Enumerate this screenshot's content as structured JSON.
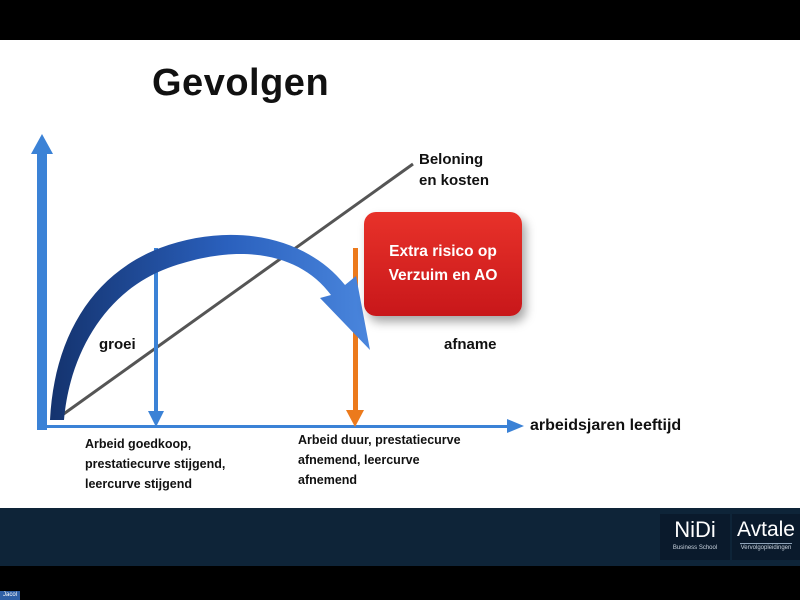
{
  "slide": {
    "title": "Gevolgen",
    "labels": {
      "beloning": [
        "Beloning",
        "en kosten"
      ],
      "groei": "groei",
      "afname": "afname",
      "xaxis": "arbeidsjaren leeftijd"
    },
    "risk_box": [
      "Extra risico op",
      "Verzuim en AO"
    ],
    "captions": {
      "left": [
        "Arbeid goedkoop,",
        "prestatiecurve stijgend,",
        "leercurve stijgend"
      ],
      "right": [
        "Arbeid duur, prestatiecurve",
        "afnemend, leercurve",
        "afnemend"
      ]
    }
  },
  "footer": {
    "logos": [
      {
        "name": "NiDi",
        "tagline": "Business School"
      },
      {
        "name": "Avtale",
        "tagline": "Vervolgopleidingen"
      }
    ]
  },
  "user_tag": "Jacol",
  "colors": {
    "axis_blue": "#3b82d6",
    "curve_blue": "#1f4fa8",
    "marker_orange": "#ec7a1c",
    "risk_red": "#d91f1f",
    "footer_navy": "#0e2438",
    "line_gray": "#555555"
  }
}
